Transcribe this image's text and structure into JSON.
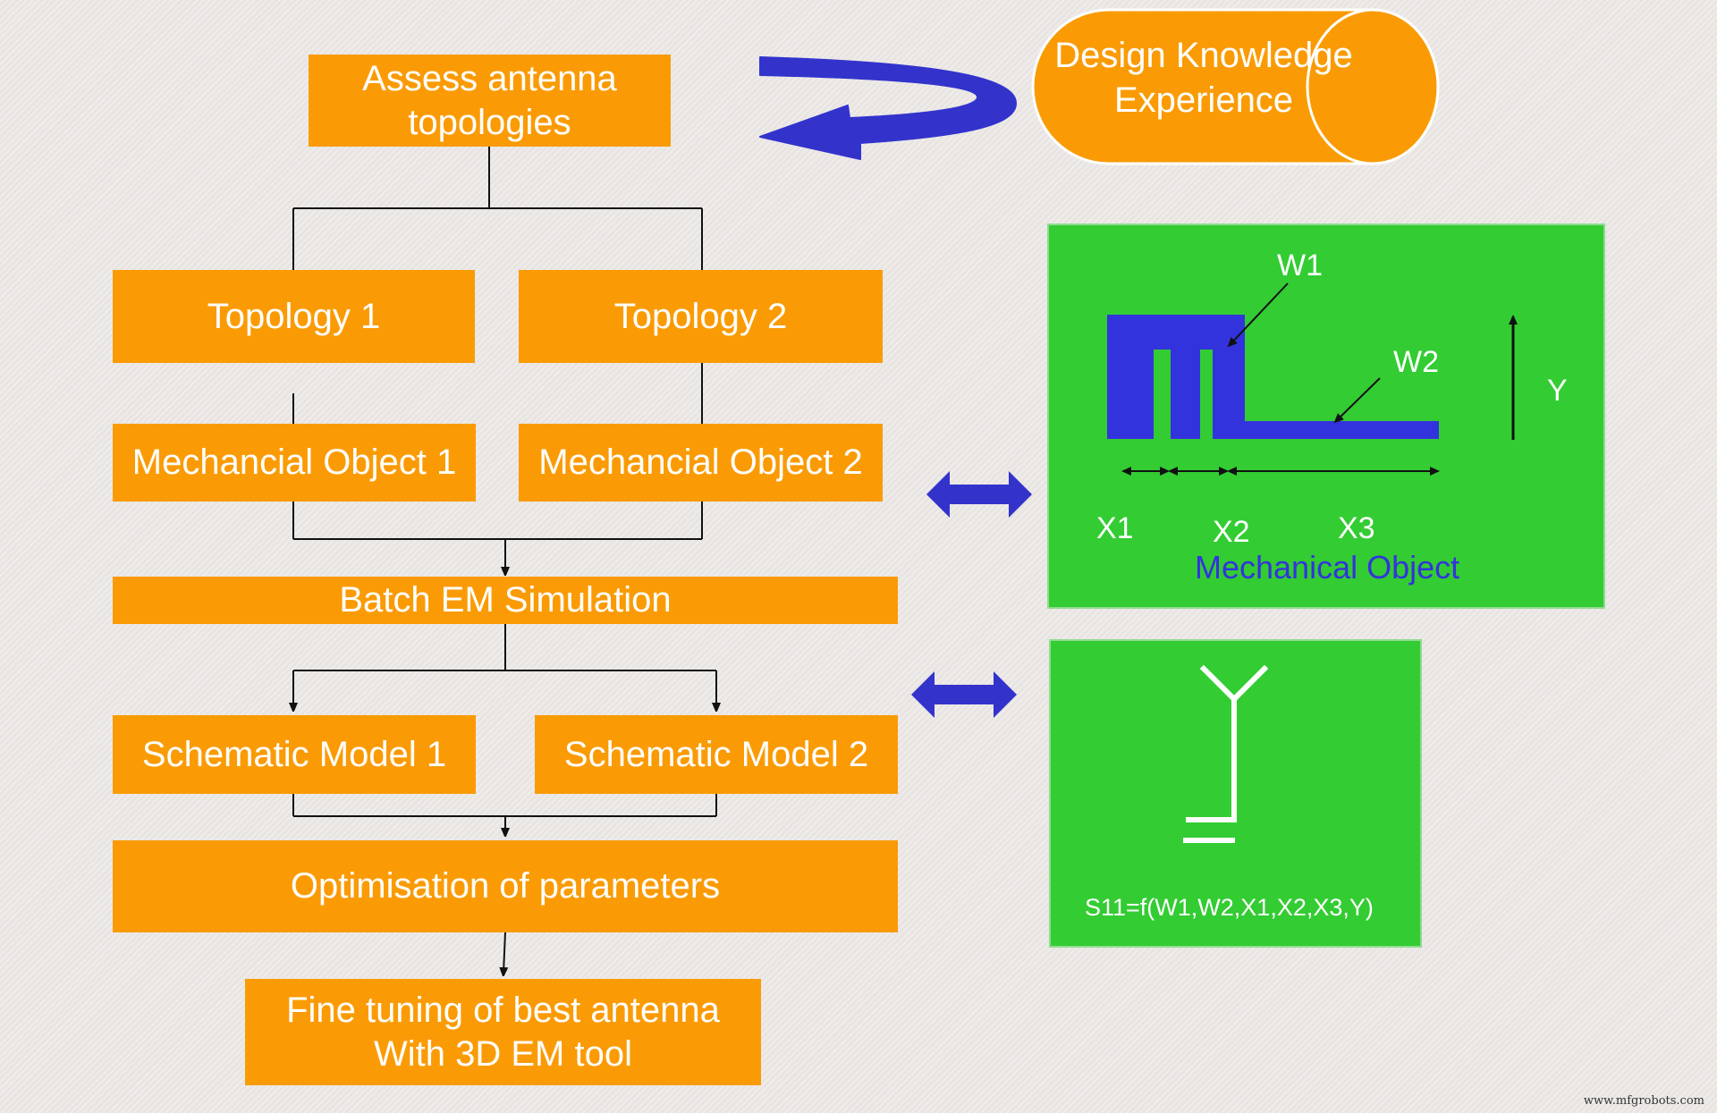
{
  "flowchart": {
    "assess": [
      "Assess antenna",
      "topologies"
    ],
    "topology_1": "Topology 1",
    "topology_2": "Topology 2",
    "mech_object_1": "Mechancial Object 1",
    "mech_object_2": "Mechancial Object 2",
    "batch_em": "Batch EM Simulation",
    "schematic_1": "Schematic Model 1",
    "schematic_2": "Schematic Model 2",
    "optimisation": "Optimisation of parameters",
    "fine_tuning": [
      "Fine tuning of best antenna",
      "With 3D EM tool"
    ]
  },
  "knowledge": [
    "Design Knowledge",
    "Experience"
  ],
  "mechanical_panel": {
    "w1": "W1",
    "w2": "W2",
    "y": "Y",
    "x1": "X1",
    "x2": "X2",
    "x3": "X3",
    "caption": "Mechanical Object"
  },
  "schematic_panel": {
    "formula": "S11=f(W1,W2,X1,X2,X3,Y)"
  },
  "watermark": "www.mfgrobots.com",
  "colors": {
    "orange": "#fa9b05",
    "green": "#33cc33",
    "blue_arrow": "#3333cc",
    "antenna_blue": "#3333dd",
    "connector": "#111111"
  }
}
